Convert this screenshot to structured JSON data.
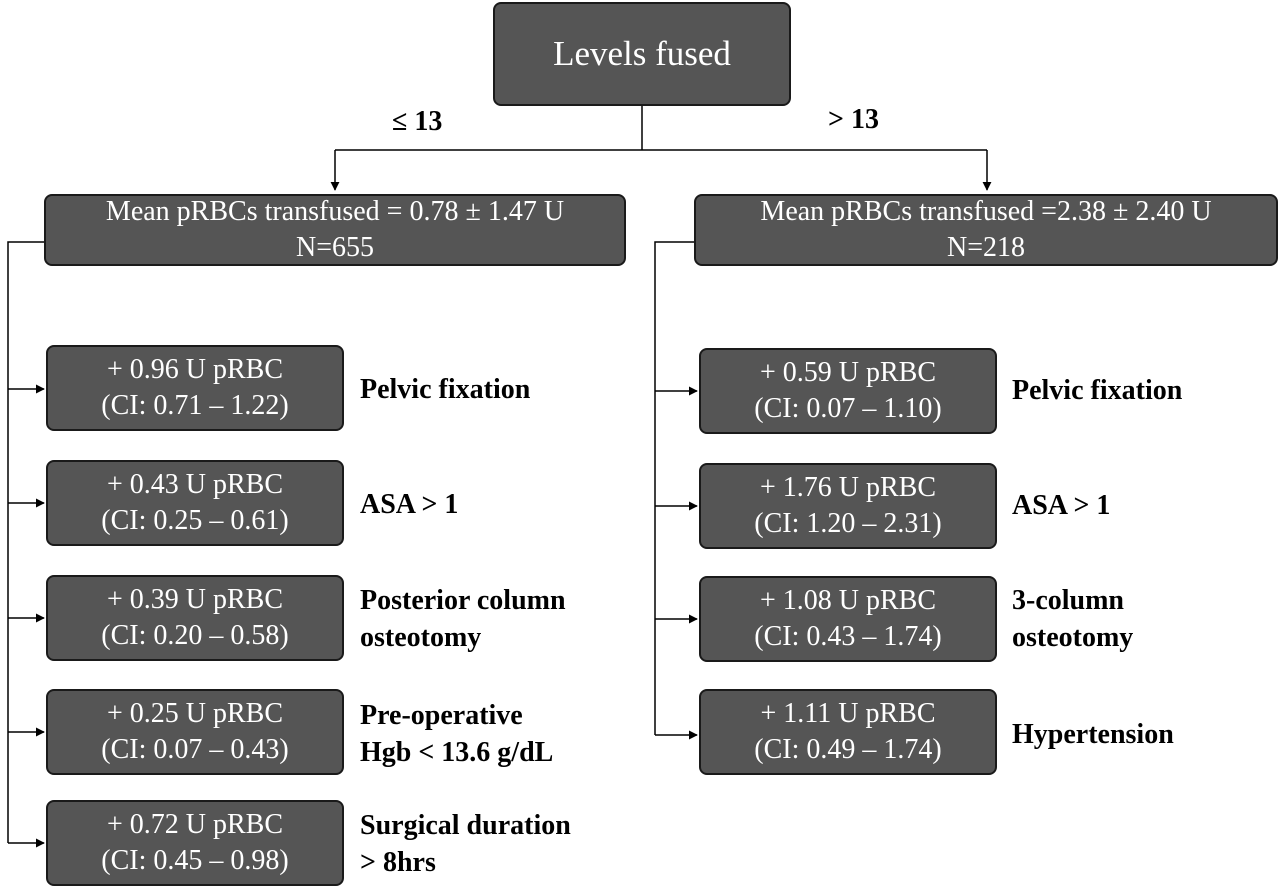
{
  "root": {
    "label": "Levels fused"
  },
  "branches": [
    {
      "condition": "≤ 13",
      "group": {
        "line1": "Mean pRBCs transfused = 0.78 ± 1.47 U",
        "line2": "N=655"
      },
      "factors": [
        {
          "value": "+ 0.96 U pRBC",
          "ci": "(CI: 0.71 – 1.22)",
          "label_lines": [
            "Pelvic fixation"
          ]
        },
        {
          "value": "+ 0.43 U pRBC",
          "ci": "(CI: 0.25 – 0.61)",
          "label_lines": [
            "ASA > 1"
          ]
        },
        {
          "value": "+ 0.39 U pRBC",
          "ci": "(CI: 0.20 – 0.58)",
          "label_lines": [
            "Posterior column",
            "osteotomy"
          ]
        },
        {
          "value": "+ 0.25 U pRBC",
          "ci": "(CI: 0.07 – 0.43)",
          "label_lines": [
            "Pre-operative",
            "Hgb < 13.6 g/dL"
          ]
        },
        {
          "value": "+ 0.72 U pRBC",
          "ci": "(CI: 0.45 – 0.98)",
          "label_lines": [
            "Surgical duration",
            "> 8hrs"
          ]
        }
      ]
    },
    {
      "condition": "> 13",
      "group": {
        "line1": "Mean pRBCs transfused =2.38 ± 2.40 U",
        "line2": "N=218"
      },
      "factors": [
        {
          "value": "+ 0.59 U pRBC",
          "ci": "(CI: 0.07 – 1.10)",
          "label_lines": [
            "Pelvic fixation"
          ]
        },
        {
          "value": "+ 1.76 U pRBC",
          "ci": "(CI: 1.20 – 2.31)",
          "label_lines": [
            "ASA > 1"
          ]
        },
        {
          "value": "+ 1.08 U pRBC",
          "ci": "(CI: 0.43 – 1.74)",
          "label_lines": [
            "3-column",
            "osteotomy"
          ]
        },
        {
          "value": "+ 1.11 U pRBC",
          "ci": "(CI: 0.49 – 1.74)",
          "label_lines": [
            "Hypertension"
          ]
        }
      ]
    }
  ]
}
